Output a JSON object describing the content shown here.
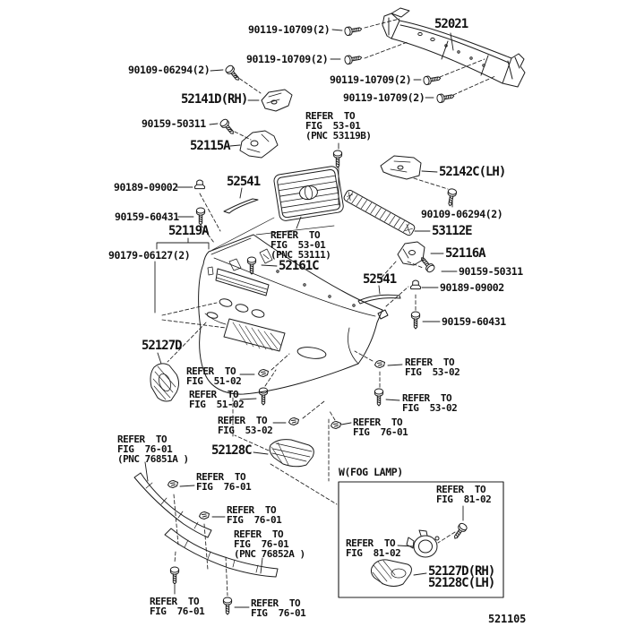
{
  "figure": {
    "code": "521105",
    "fog_box_title": "W(FOG LAMP)",
    "ink_color": "#1c1c1c",
    "background_color": "#ffffff"
  },
  "labels": {
    "pn_90119_1": "90119-10709(2)",
    "pn_90119_2": "90119-10709(2)",
    "pn_90119_3": "90119-10709(2)",
    "pn_90119_4": "90119-10709(2)",
    "p_52021": "52021",
    "pn_90109_left": "90109-06294(2)",
    "p_52141d": "52141D(RH)",
    "pn_90159_50311_left": "90159-50311",
    "p_52115a": "52115A",
    "refer_5301_pnc53119b": "REFER  TO\nFIG  53-01\n(PNC 53119B)",
    "p_52142c": "52142C(LH)",
    "pn_90109_right": "90109-06294(2)",
    "p_53112e": "53112E",
    "p_52116a": "52116A",
    "pn_90159_50311_right": "90159-50311",
    "pn_90189_right": "90189-09002",
    "pn_90159_60431_right": "90159-60431",
    "p_52541_right": "52541",
    "pn_90189_left": "90189-09002",
    "p_52541_left": "52541",
    "pn_90159_60431_left": "90159-60431",
    "p_52119a": "52119A",
    "pn_90179": "90179-06127(2)",
    "refer_5301_pnc53111": "REFER  TO\nFIG  53-01\n(PNC 53111)",
    "p_52161c": "52161C",
    "p_52127d": "52127D",
    "refer_5102_a": "REFER  TO\nFIG  51-02",
    "refer_5102_b": "REFER  TO\nFIG  51-02",
    "refer_5302_center": "REFER  TO\nFIG  53-02",
    "refer_5302_r1": "REFER  TO\nFIG  53-02",
    "refer_5302_r2": "REFER  TO\nFIG  53-02",
    "refer_7601_right": "REFER  TO\nFIG  76-01",
    "refer_7601_pnc76851a": "REFER  TO\nFIG  76-01\n(PNC 76851A )",
    "p_52128c": "52128C",
    "refer_7601_b": "REFER  TO\nFIG  76-01",
    "refer_7601_c": "REFER  TO\nFIG  76-01",
    "refer_7601_pnc76852a": "REFER  TO\nFIG  76-01\n(PNC 76852A )",
    "refer_7601_e": "REFER  TO\nFIG  76-01",
    "refer_7601_f": "REFER  TO\nFIG  76-01",
    "refer_8102_a": "REFER  TO\nFIG  81-02",
    "refer_8102_b": "REFER  TO\nFIG  81-02",
    "p_52127d_rh": "52127D(RH)",
    "p_52128c_lh": "52128C(LH)"
  }
}
